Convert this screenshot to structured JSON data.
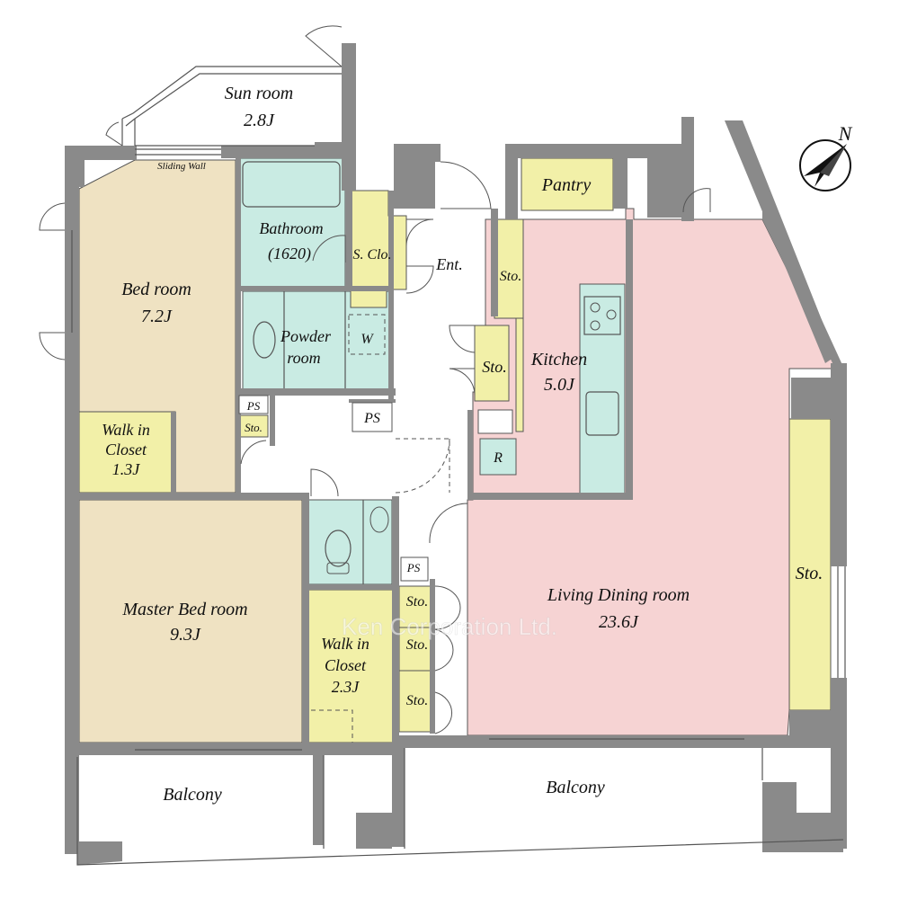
{
  "rooms": {
    "sun_room": {
      "name": "Sun room",
      "size": "2.8J"
    },
    "sliding_wall": "Sliding Wall",
    "bed_room": {
      "name": "Bed room",
      "size": "7.2J"
    },
    "bathroom": {
      "name": "Bathroom",
      "size": "(1620)"
    },
    "s_clo": "S. Clo.",
    "ent": "Ent.",
    "pantry": "Pantry",
    "sto_kitchen_top": "Sto.",
    "sto_kitchen_mid": "Sto.",
    "kitchen": {
      "name": "Kitchen",
      "size": "5.0J"
    },
    "powder_room": {
      "line1": "Powder",
      "line2": "room"
    },
    "w": "W",
    "ps_1": "PS",
    "sto_small": "Sto.",
    "ps_2": "PS",
    "r": "R",
    "walk_in_closet_1": {
      "line1": "Walk in",
      "line2": "Closet",
      "size": "1.3J"
    },
    "master_bed_room": {
      "name": "Master Bed room",
      "size": "9.3J"
    },
    "ps_3": "PS",
    "sto_c1": "Sto.",
    "sto_c2": "Sto.",
    "sto_c3": "Sto.",
    "walk_in_closet_2": {
      "line1": "Walk in",
      "line2": "Closet",
      "size": "2.3J"
    },
    "living_dining": {
      "name": "Living Dining room",
      "size": "23.6J"
    },
    "sto_right": "Sto.",
    "balcony_left": "Balcony",
    "balcony_right": "Balcony"
  },
  "compass": {
    "label": "N"
  },
  "watermark": "Ken Corporation Ltd.",
  "colors": {
    "bedroom": "#efe2c2",
    "wet": "#c9ebe3",
    "closet": "#f2f0a8",
    "ldk": "#f6d3d3",
    "wall": "#8a8a8a"
  }
}
